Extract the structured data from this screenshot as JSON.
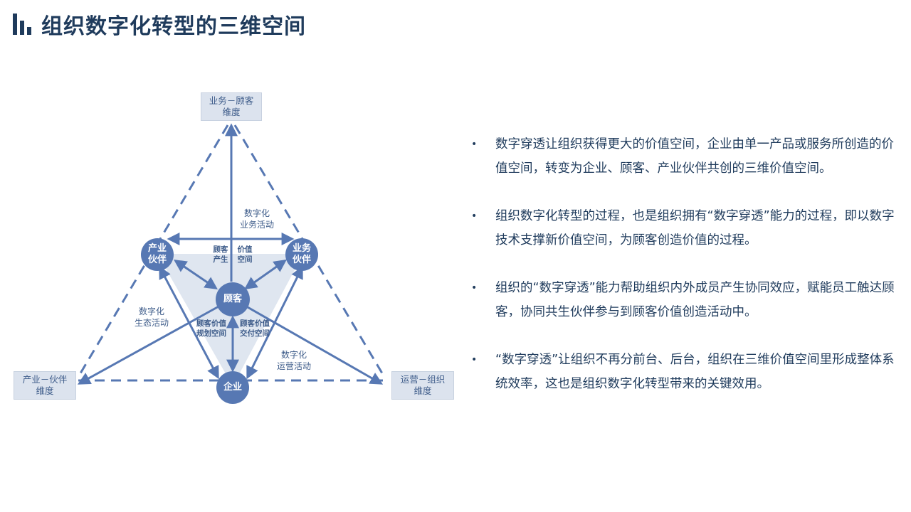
{
  "header": {
    "title": "组织数字化转型的三维空间"
  },
  "diagram": {
    "dimensions": {
      "top": [
        "业务－顾客",
        "维度"
      ],
      "left": [
        "产业－伙伴",
        "维度"
      ],
      "right": [
        "运营－组织",
        "维度"
      ]
    },
    "nodes": {
      "industry_partner": [
        "产业",
        "伙伴"
      ],
      "business_partner": [
        "业务",
        "伙伴"
      ],
      "customer": "顾客",
      "enterprise": "企业"
    },
    "activity_labels": {
      "business": [
        "数字化",
        "业务活动"
      ],
      "ecology": [
        "数字化",
        "生态活动"
      ],
      "operations": [
        "数字化",
        "运营活动"
      ]
    },
    "inner_labels": {
      "customer_value_create": [
        "顾客",
        "产生"
      ],
      "value_space": [
        "价值",
        "空间"
      ],
      "plan_space": [
        "顾客价值",
        "规划空间"
      ],
      "deliver_space": [
        "顾客价值",
        "交付空间"
      ]
    },
    "colors": {
      "line": "#5778b3",
      "fill": "#dce3ee",
      "node": "#5778b3"
    }
  },
  "bullets": [
    "数字穿透让组织获得更大的价值空间，企业由单一产品或服务所创造的价值空间，转变为企业、顾客、产业伙伴共创的三维价值空间。",
    "组织数字化转型的过程，也是组织拥有“数字穿透”能力的过程，即以数字技术支撑新价值空间，为顾客创造价值的过程。",
    "组织的“数字穿透”能力帮助组织内外成员产生协同效应，赋能员工触达顾客，协同共生伙伴参与到顾客价值创造活动中。",
    "“数字穿透”让组织不再分前台、后台，组织在三维价值空间里形成整体系统效率，这也是组织数字化转型带来的关键效用。"
  ]
}
